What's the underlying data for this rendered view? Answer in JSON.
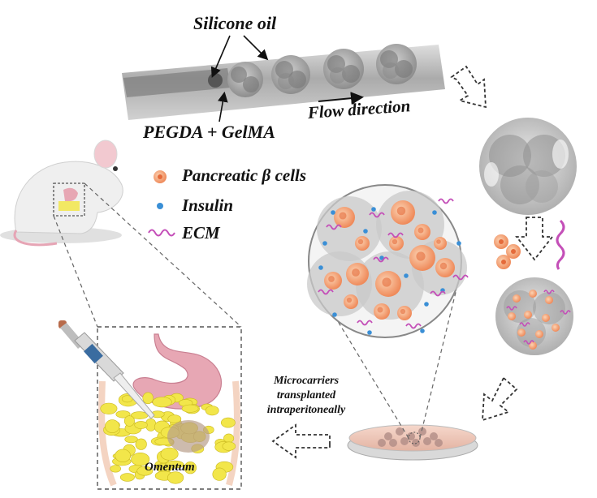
{
  "labels": {
    "silicone_oil": "Silicone oil",
    "pegda_gelma": "PEGDA + GelMA",
    "flow_direction": "Flow direction",
    "omentum": "Omentum",
    "transplant_line1": "Microcarriers",
    "transplant_line2": "transplanted",
    "transplant_line3": "intraperitoneally"
  },
  "legend": [
    {
      "icon": "pancreatic-beta-cell-icon",
      "label": "Pancreatic β cells",
      "color": "#f4a468"
    },
    {
      "icon": "insulin-dot-icon",
      "label": "Insulin",
      "color": "#3a8fd6"
    },
    {
      "icon": "ecm-squiggle-icon",
      "label": "ECM",
      "color": "#c44fb8"
    }
  ],
  "colors": {
    "cell": "#f4a468",
    "cell_core": "#e56a3a",
    "insulin": "#3a8fd6",
    "ecm": "#c44fb8",
    "microsphere": "#9a9a9a",
    "omentum": "#f2e64a",
    "stomach": "#e7a7b4"
  }
}
